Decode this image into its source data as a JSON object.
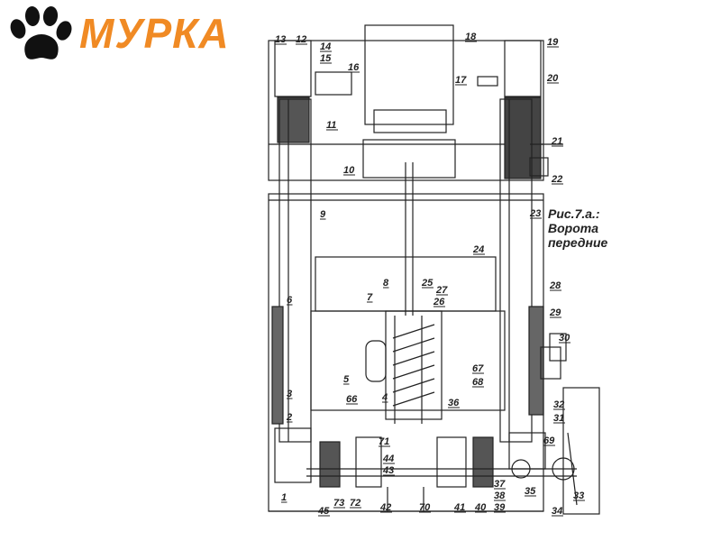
{
  "logo": {
    "brand": "МУРКА",
    "brand_color": "#f08a24",
    "icon": "paw-print-icon"
  },
  "caption": {
    "line1": "Рис.7.а.:",
    "line2": "Ворота",
    "line3": "передние"
  },
  "part_numbers": [
    "1",
    "2",
    "3",
    "4",
    "5",
    "6",
    "7",
    "8",
    "9",
    "10",
    "11",
    "12",
    "13",
    "14",
    "15",
    "16",
    "17",
    "18",
    "19",
    "20",
    "21",
    "22",
    "23",
    "24",
    "25",
    "26",
    "27",
    "28",
    "29",
    "30",
    "31",
    "32",
    "33",
    "34",
    "35",
    "36",
    "37",
    "38",
    "39",
    "40",
    "41",
    "42",
    "43",
    "44",
    "45",
    "66",
    "67",
    "68",
    "69",
    "70",
    "71",
    "72",
    "73"
  ]
}
